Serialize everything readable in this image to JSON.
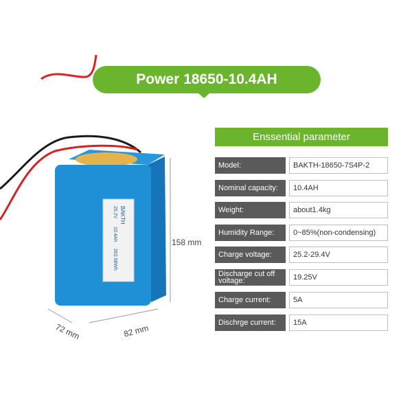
{
  "title": "Power 18650-10.4AH",
  "parameters": {
    "header": "Enssential parameter",
    "rows": [
      {
        "label": "Model:",
        "value": "BAKTH-18650-7S4P-2"
      },
      {
        "label": "Nominal capacity:",
        "value": "10.4AH"
      },
      {
        "label": "Weight:",
        "value": "about1.4kg"
      },
      {
        "label": "Humidity Range:",
        "value": "0~85%(non-condensing)"
      },
      {
        "label": "Charge voltage:",
        "value": "25.2-29.4V"
      },
      {
        "label": "Discharge cut off voltage:",
        "value": "19.25V"
      },
      {
        "label": "Charge current:",
        "value": "5A"
      },
      {
        "label": "Dischrge current:",
        "value": "15A"
      }
    ]
  },
  "dimensions": {
    "height": "158 mm",
    "width": "82 mm",
    "depth": "72 mm"
  },
  "battery_label": {
    "brand": "BAKTH",
    "voltage": "25.2V",
    "capacity": "10.4Ah",
    "energy": "262.08Wh"
  },
  "colors": {
    "accent_green": "#6ab42e",
    "battery_blue": "#1f8fd6",
    "label_gray": "#5a5a5a"
  }
}
